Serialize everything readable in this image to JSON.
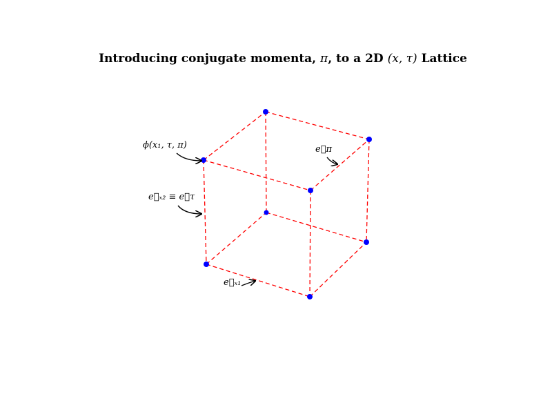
{
  "title": {
    "prefix": "Introducing conjugate momenta, ",
    "pi": "π",
    "middle": ", to a 2D ",
    "coords": "(x, τ)",
    "suffix": " Lattice"
  },
  "labels": {
    "phi": "ϕ(x₁, τ, π)",
    "e_x2": "e⃗ₓ₂ ≡ e⃗τ",
    "e_pi": "e⃗π",
    "e_x1": "e⃗ₓ₁"
  },
  "colors": {
    "edge": "#ff0000",
    "node": "#0000ff",
    "arrow": "#000000"
  }
}
